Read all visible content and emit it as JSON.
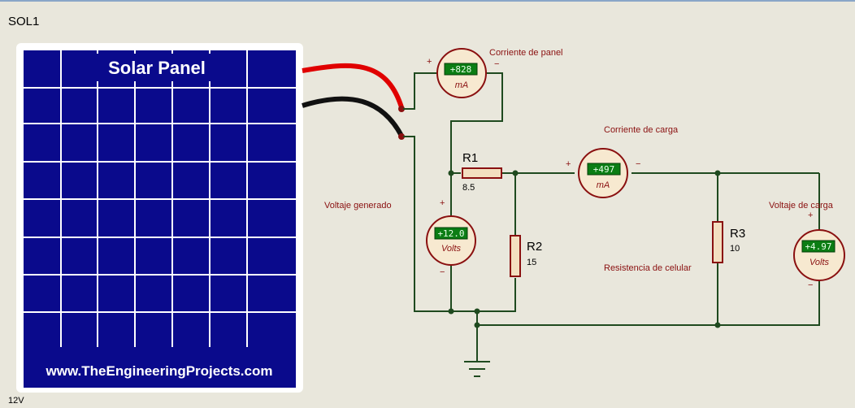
{
  "component": {
    "name": "SOL1",
    "voltage": "12V"
  },
  "panel": {
    "title": "Solar Panel",
    "website": "www.TheEngineeringProjects.com"
  },
  "colors": {
    "panel_blue": "#0a0a8c",
    "wire_green": "#1f4a1f",
    "label_red": "#8a1010",
    "lcd_green": "#0b7d14",
    "background": "#e9e7dc"
  },
  "meters": {
    "panel_current": {
      "label": "Corriente de panel",
      "reading": "+828",
      "unit": "mA",
      "plus": "+",
      "minus": "−"
    },
    "load_current": {
      "label": "Corriente de carga",
      "reading": "+497",
      "unit": "mA",
      "plus": "+",
      "minus": "−"
    },
    "generated_voltage": {
      "label": "Voltaje generado",
      "reading": "+12.0",
      "unit": "Volts",
      "plus": "+",
      "minus": "−"
    },
    "load_voltage": {
      "label": "Voltaje de carga",
      "reading": "+4.97",
      "unit": "Volts",
      "plus": "+",
      "minus": "−"
    }
  },
  "resistors": {
    "r1": {
      "name": "R1",
      "value": "8.5"
    },
    "r2": {
      "name": "R2",
      "value": "15"
    },
    "r3": {
      "name": "R3",
      "value": "10"
    }
  },
  "labels": {
    "cell_resistance": "Resistencia de celular"
  }
}
